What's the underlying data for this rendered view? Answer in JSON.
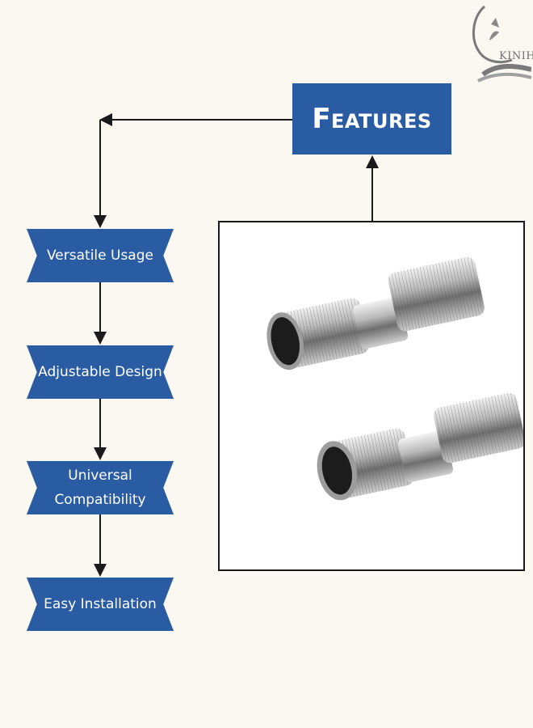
{
  "logo": {
    "text": "KINIH"
  },
  "header": {
    "title": "Features"
  },
  "features": [
    {
      "label": "Versatile Usage"
    },
    {
      "label": "Adjustable Design"
    },
    {
      "label": "Universal\nCompatibility"
    },
    {
      "label": "Easy Installation"
    }
  ],
  "product_image": {
    "icon": "pipe-fittings-icon"
  },
  "colors": {
    "accent": "#2a5ca4",
    "background": "#fbf7f1",
    "line": "#1a1a1a"
  }
}
